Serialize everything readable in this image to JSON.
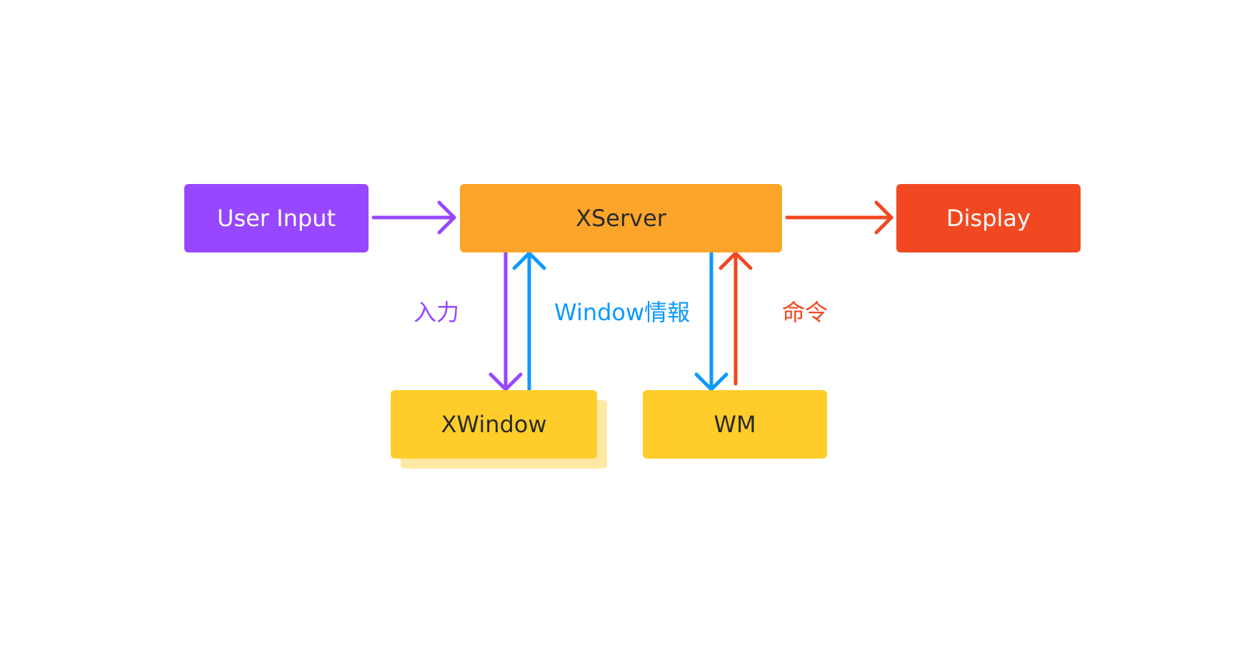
{
  "colors": {
    "purple": "#9747FF",
    "orange": "#FDA52A",
    "red": "#F24822",
    "blue": "#0D99FF",
    "yellow": "#FFCD29",
    "yellow_light": "#FFE8A3",
    "text_dark": "#2b2b2b",
    "text_light": "#ffffff"
  },
  "nodes": {
    "user_input": "User Input",
    "xserver": "XServer",
    "display": "Display",
    "xwindow": "XWindow",
    "wm": "WM"
  },
  "edge_labels": {
    "input": "入力",
    "window_info": "Window情報",
    "command": "命令"
  }
}
